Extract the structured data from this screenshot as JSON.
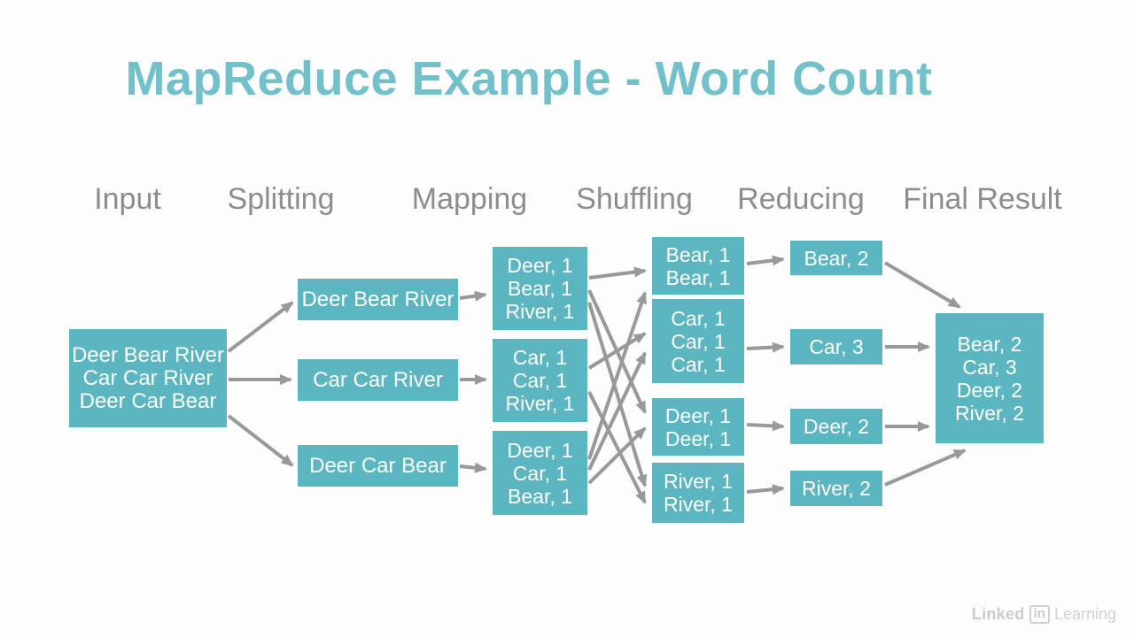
{
  "title": "MapReduce Example - Word Count",
  "columns": [
    {
      "label": "Input"
    },
    {
      "label": "Splitting"
    },
    {
      "label": "Mapping"
    },
    {
      "label": "Shuffling"
    },
    {
      "label": "Reducing"
    },
    {
      "label": "Final Result"
    }
  ],
  "nodes": {
    "input": {
      "lines": [
        "Deer Bear River",
        "Car Car River",
        "Deer Car Bear"
      ]
    },
    "splitting": [
      {
        "label": "Deer Bear River"
      },
      {
        "label": "Car Car River"
      },
      {
        "label": "Deer Car Bear"
      }
    ],
    "mapping": [
      {
        "lines": [
          "Deer, 1",
          "Bear, 1",
          "River, 1"
        ]
      },
      {
        "lines": [
          "Car, 1",
          "Car, 1",
          "River, 1"
        ]
      },
      {
        "lines": [
          "Deer, 1",
          "Car, 1",
          "Bear, 1"
        ]
      }
    ],
    "shuffling": [
      {
        "lines": [
          "Bear, 1",
          "Bear, 1"
        ]
      },
      {
        "lines": [
          "Car, 1",
          "Car, 1",
          "Car, 1"
        ]
      },
      {
        "lines": [
          "Deer, 1",
          "Deer, 1"
        ]
      },
      {
        "lines": [
          "River, 1",
          "River, 1"
        ]
      }
    ],
    "reducing": [
      {
        "label": "Bear, 2"
      },
      {
        "label": "Car, 3"
      },
      {
        "label": "Deer, 2"
      },
      {
        "label": "River, 2"
      }
    ],
    "final": {
      "lines": [
        "Bear, 2",
        "Car, 3",
        "Deer, 2",
        "River, 2"
      ]
    }
  },
  "colors": {
    "box_teal": "#5cb6c2",
    "title_teal": "#72c0ca",
    "header_gray": "#8d8d8d",
    "arrow_gray": "#999999",
    "box_text": "#ffffff",
    "background": "#fdfdfd"
  },
  "logo": {
    "linked": "Linked",
    "in": "in",
    "learning": "Learning"
  }
}
